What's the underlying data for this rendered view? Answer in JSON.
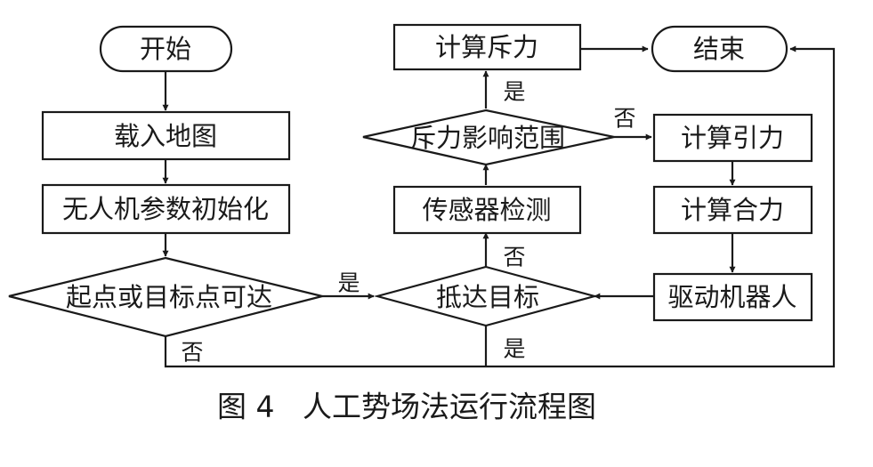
{
  "nodes": {
    "start": "开始",
    "load_map": "载入地图",
    "drone_init": "无人机参数初始化",
    "reachable": "起点或目标点可达",
    "reach_target": "抵达目标",
    "sensor": "传感器检测",
    "repulsion_range": "斥力影响范围",
    "calc_repulsion": "计算斥力",
    "end": "结束",
    "calc_attraction": "计算引力",
    "calc_resultant": "计算合力",
    "drive_robot": "驱动机器人"
  },
  "edge_labels": {
    "reachable_yes": "是",
    "reachable_no": "否",
    "reach_no": "否",
    "reach_yes": "是",
    "range_yes": "是",
    "range_no": "否"
  },
  "caption": {
    "number": "图 4",
    "title": "人工势场法运行流程图"
  }
}
